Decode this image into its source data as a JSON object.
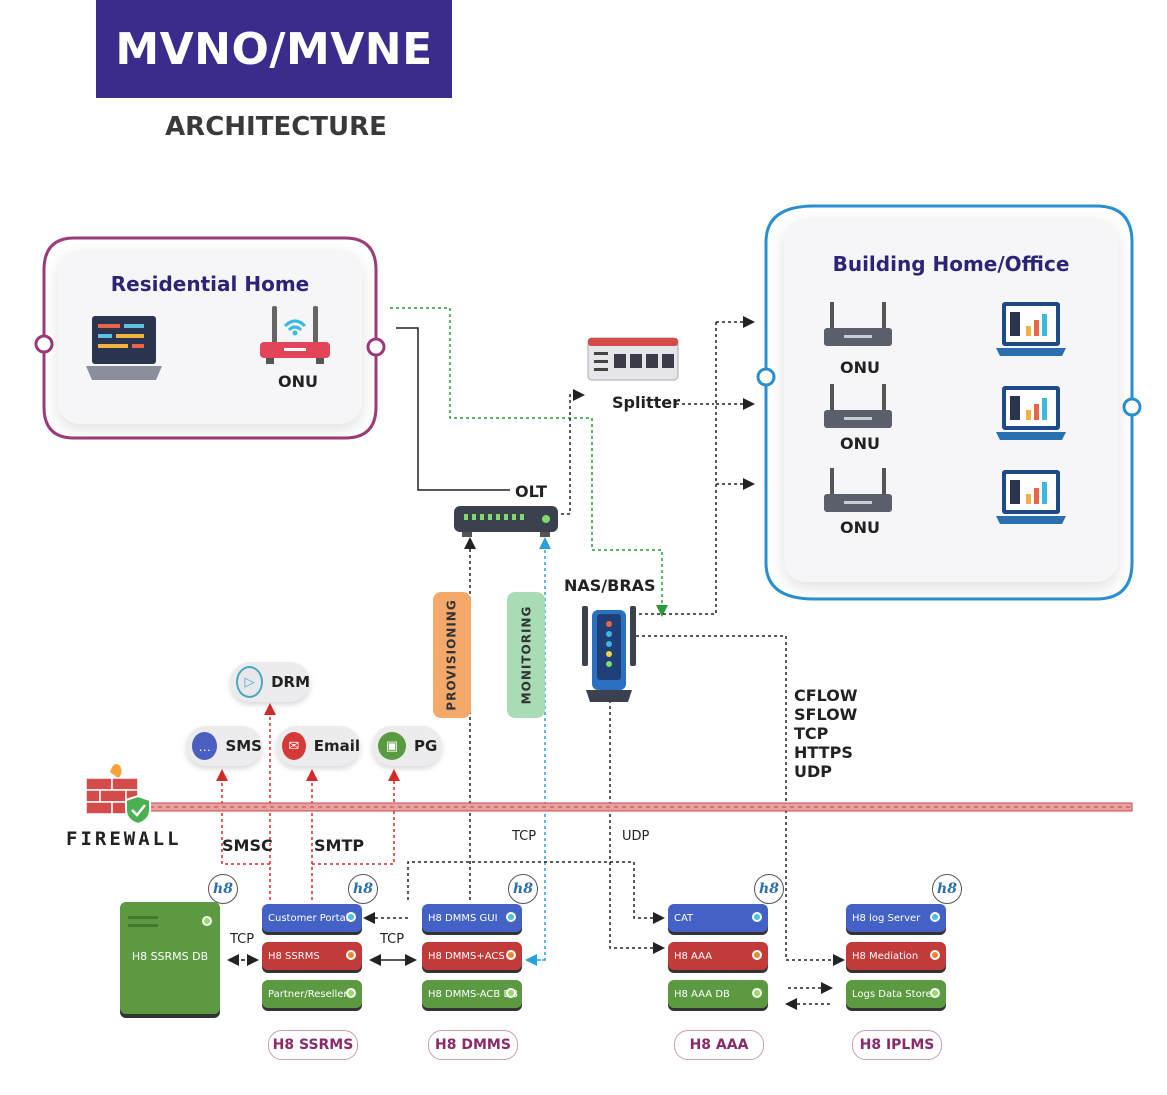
{
  "header": {
    "title": "MVNO/MVNE",
    "subtitle": "ARCHITECTURE"
  },
  "residential": {
    "title": "Residential Home",
    "onu_label": "ONU"
  },
  "building": {
    "title": "Building Home/Office",
    "onu_labels": [
      "ONU",
      "ONU",
      "ONU"
    ]
  },
  "network": {
    "splitter": "Splitter",
    "olt": "OLT",
    "nas": "NAS/BRAS",
    "provisioning": "PROVISIONING",
    "monitoring": "MONITORING",
    "protocols": [
      "CFLOW",
      "SFLOW",
      "TCP",
      "HTTPS",
      "UDP"
    ]
  },
  "services": {
    "drm": "DRM",
    "sms": "SMS",
    "email": "Email",
    "pg": "PG"
  },
  "firewall": {
    "label": "FIREWALL"
  },
  "links": {
    "smsc": "SMSC",
    "smtp": "SMTP",
    "tcp1": "TCP",
    "udp1": "UDP",
    "tcp_db": "TCP",
    "tcp_dmms": "TCP"
  },
  "groups": {
    "ssrms_db": {
      "label": "H8 SSRMS DB"
    },
    "ssrms": {
      "modules": [
        "Customer Portal",
        "H8 SSRMS",
        "Partner/Reseller"
      ],
      "label": "H8 SSRMS"
    },
    "dmms": {
      "modules": [
        "H8 DMMS GUI",
        "H8 DMMS+ACS",
        "H8 DMMS-ACB DB"
      ],
      "label": "H8 DMMS"
    },
    "aaa": {
      "modules": [
        "CAT",
        "H8 AAA",
        "H8 AAA DB"
      ],
      "label": "H8 AAA"
    },
    "iplms": {
      "modules": [
        "H8 log Server",
        "H8 Mediation",
        "Logs Data Store"
      ],
      "label": "H8 IPLMS"
    }
  },
  "badge": "h8",
  "colors": {
    "title_bg": "#3b2b8c",
    "residential_border": "#9b3b7a",
    "building_border": "#2a8fd0",
    "provisioning": "#f4a86a",
    "monitoring": "#a8dcb4"
  }
}
